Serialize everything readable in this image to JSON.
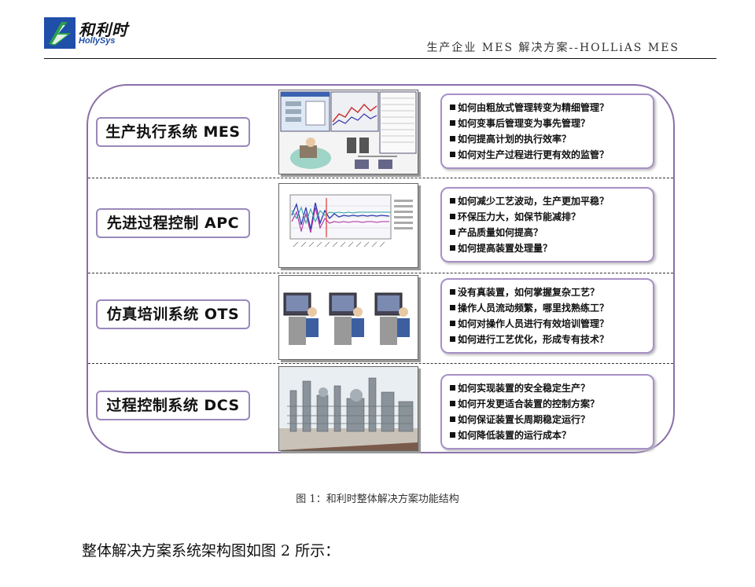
{
  "header": {
    "logo_cn": "和利时",
    "logo_en": "HollySys",
    "title": "生产企业 MES 解决方案--HOLLiAS MES"
  },
  "colors": {
    "panel_border": "#8a6fa8",
    "label_border": "#9988bb",
    "qbox_border": "#a890c8",
    "logo_blue": "#1f4fa8",
    "logo_green": "#2aa04a"
  },
  "rows": [
    {
      "label": "生产执行系统 MES",
      "thumbnail_icon": "mes-screens-icon",
      "questions": [
        "如何由粗放式管理转变为精细管理？",
        "如何变事后管理变为事先管理？",
        "如何提高计划的执行效率？",
        "如何对生产过程进行更有效的监管？"
      ]
    },
    {
      "label": "先进过程控制 APC",
      "thumbnail_icon": "apc-trend-chart-icon",
      "questions": [
        "如何减少工艺波动，生产更加平稳？",
        "环保压力大，如保节能减排？",
        "产品质量如何提高？",
        "如何提高装置处理量？"
      ]
    },
    {
      "label": "仿真培训系统 OTS",
      "thumbnail_icon": "operator-workstations-icon",
      "questions": [
        "没有真装置，如何掌握复杂工艺？",
        "操作人员流动频繁，哪里找熟练工？",
        "如何对操作人员进行有效培训管理？",
        "如何进行工艺优化，形成专有技术？"
      ]
    },
    {
      "label": "过程控制系统 DCS",
      "thumbnail_icon": "industrial-plant-icon",
      "questions": [
        "如何实现装置的安全稳定生产？",
        "如何开发更适合装置的控制方案？",
        "如何保证装置长周期稳定运行？",
        "如何降低装置的运行成本？"
      ]
    }
  ],
  "caption": "图 1：和利时整体解决方案功能结构",
  "body_text": "整体解决方案系统架构图如图 2 所示："
}
